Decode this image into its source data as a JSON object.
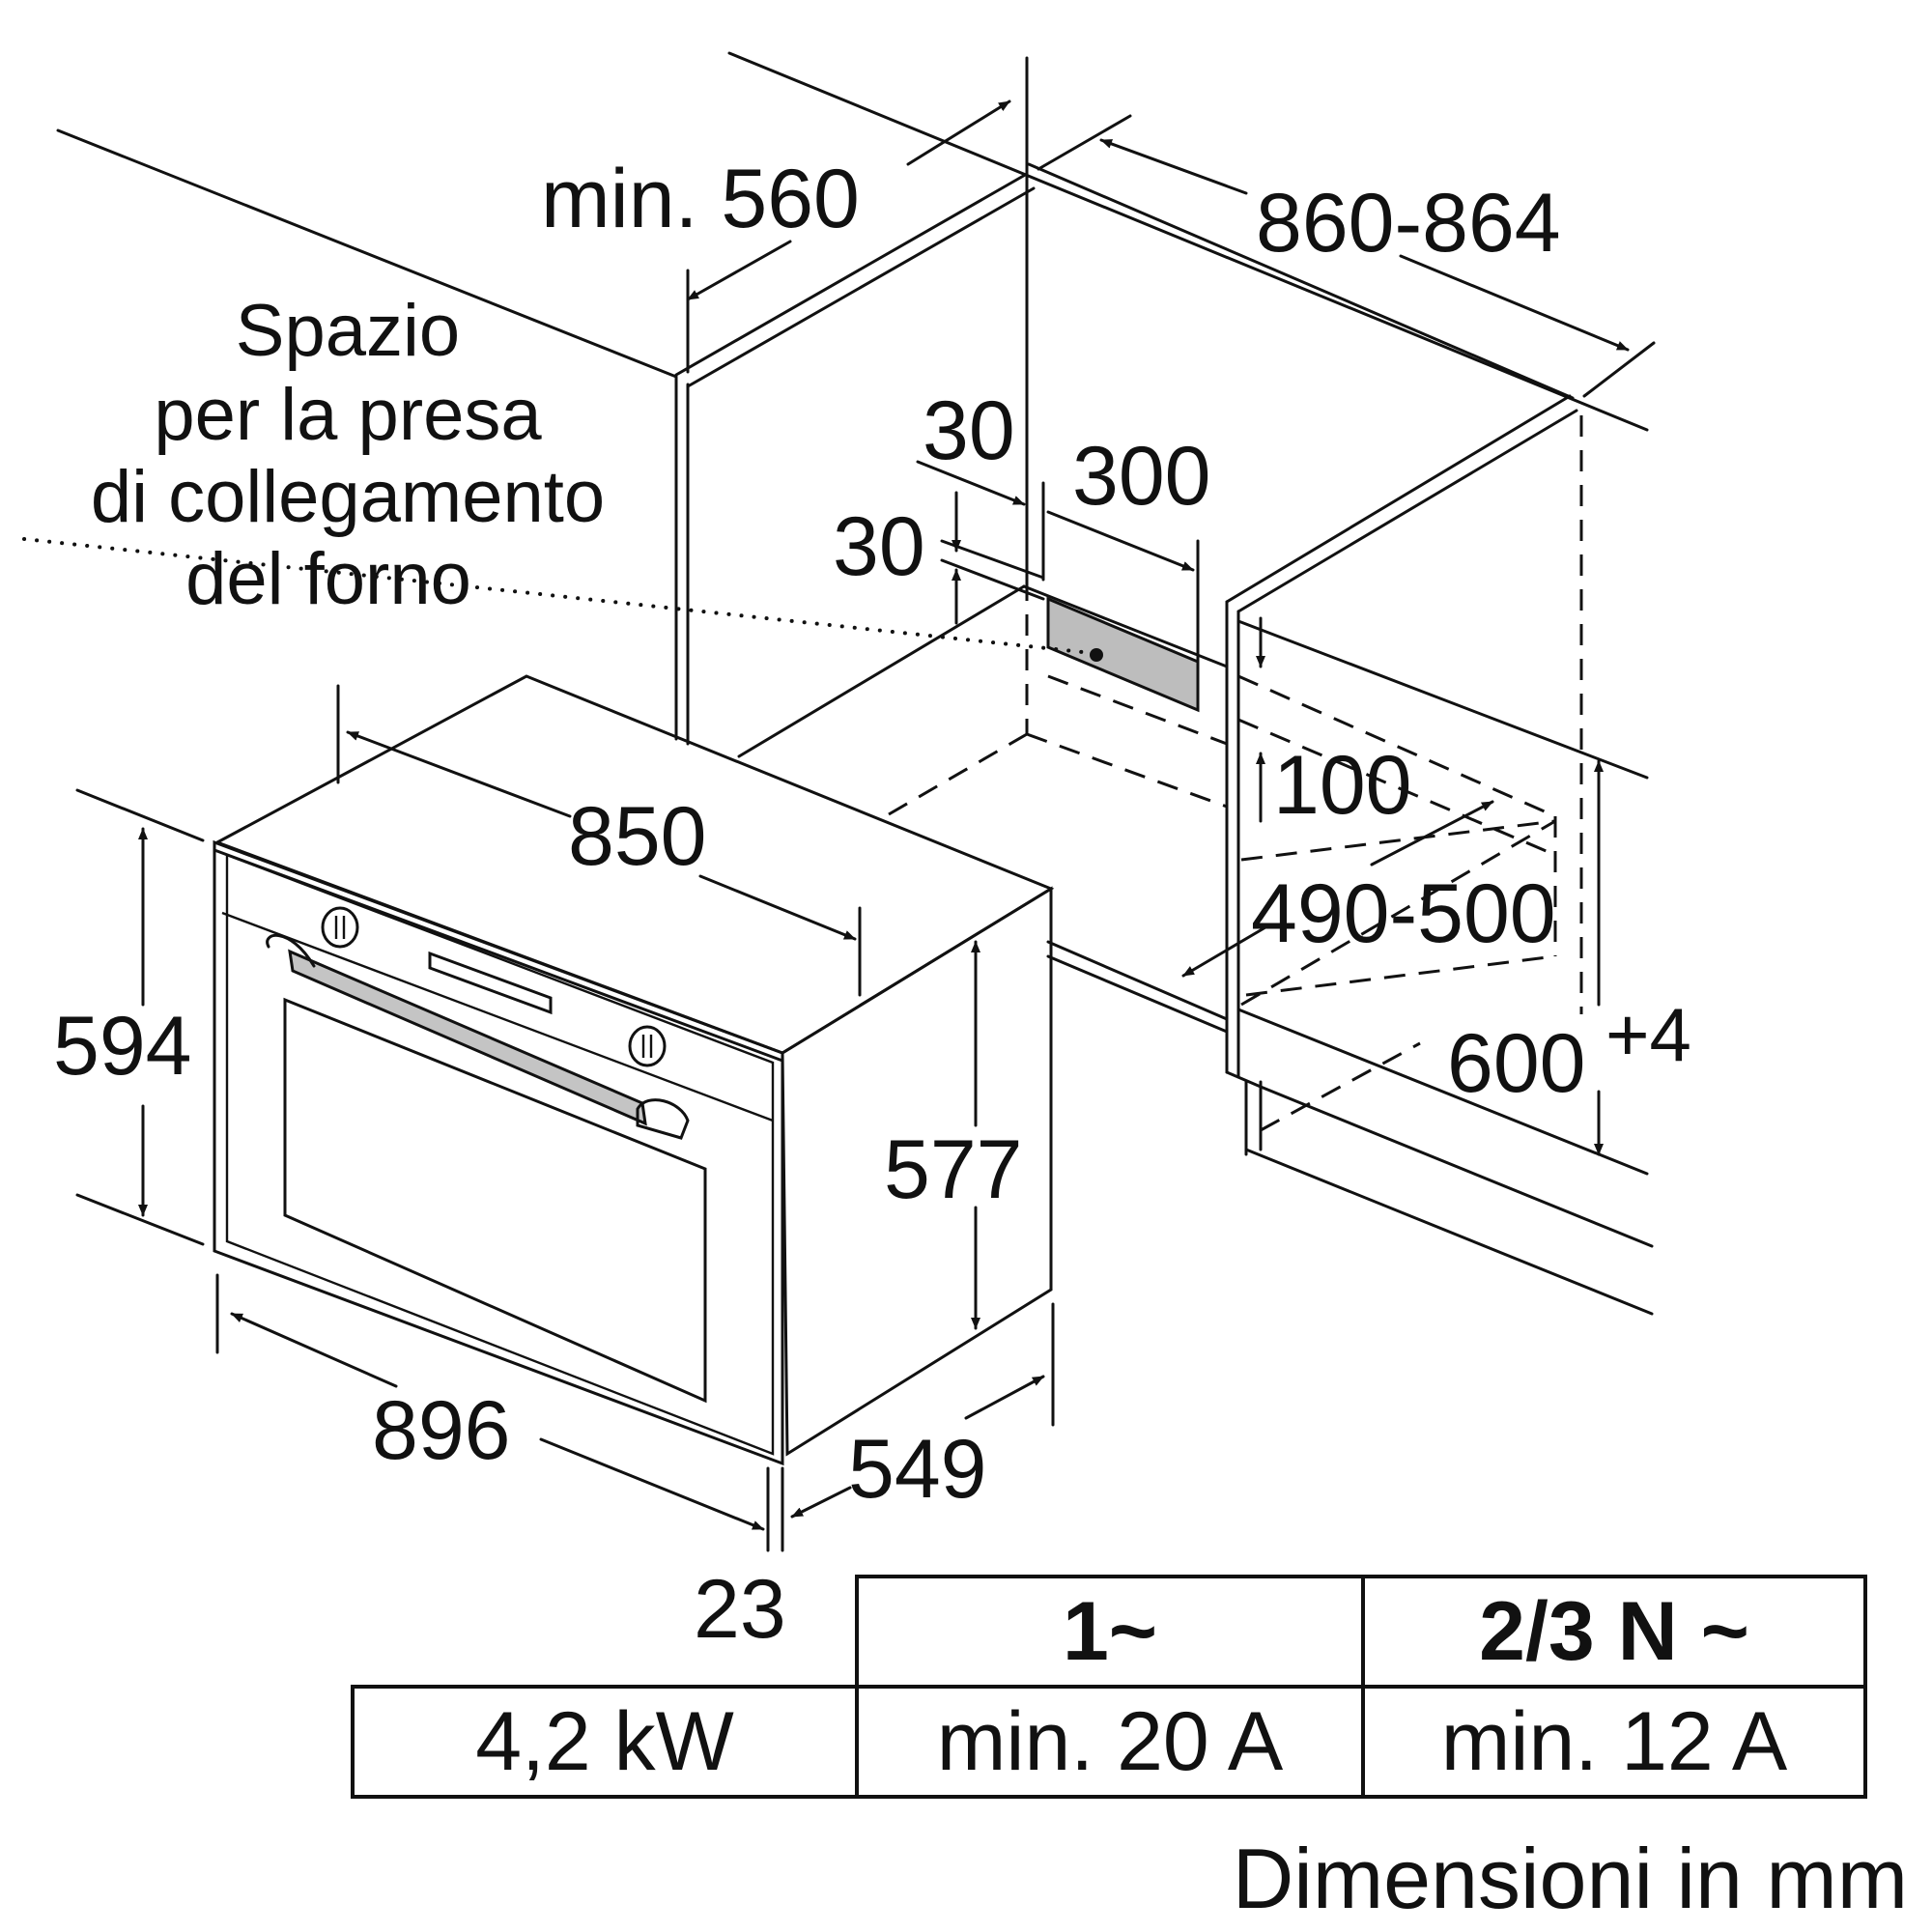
{
  "diagram": {
    "dimensions": {
      "min_560": "min. 560",
      "d_860_864": "860-864",
      "d_30_top": "30",
      "d_30_side": "30",
      "d_300": "300",
      "d_100": "100",
      "d_490_500": "490-500",
      "d_600": "600",
      "d_600_tol": "+4",
      "d_850": "850",
      "d_594": "594",
      "d_577": "577",
      "d_896": "896",
      "d_549": "549",
      "d_23": "23"
    },
    "socket_note": {
      "line1": "Spazio",
      "line2": "per la presa",
      "line3": "di collegamento",
      "line4": "del forno"
    }
  },
  "table": {
    "headers": [
      "1~",
      "2/3 N ~"
    ],
    "row": {
      "power": "4,2 kW",
      "single_phase": "min. 20 A",
      "three_phase": "min. 12 A"
    }
  },
  "footer": "Dimensioni in mm",
  "colors": {
    "line": "#111111",
    "socket_area": "#bdbdbd",
    "handle": "#c4c4c4",
    "background": "#ffffff"
  }
}
